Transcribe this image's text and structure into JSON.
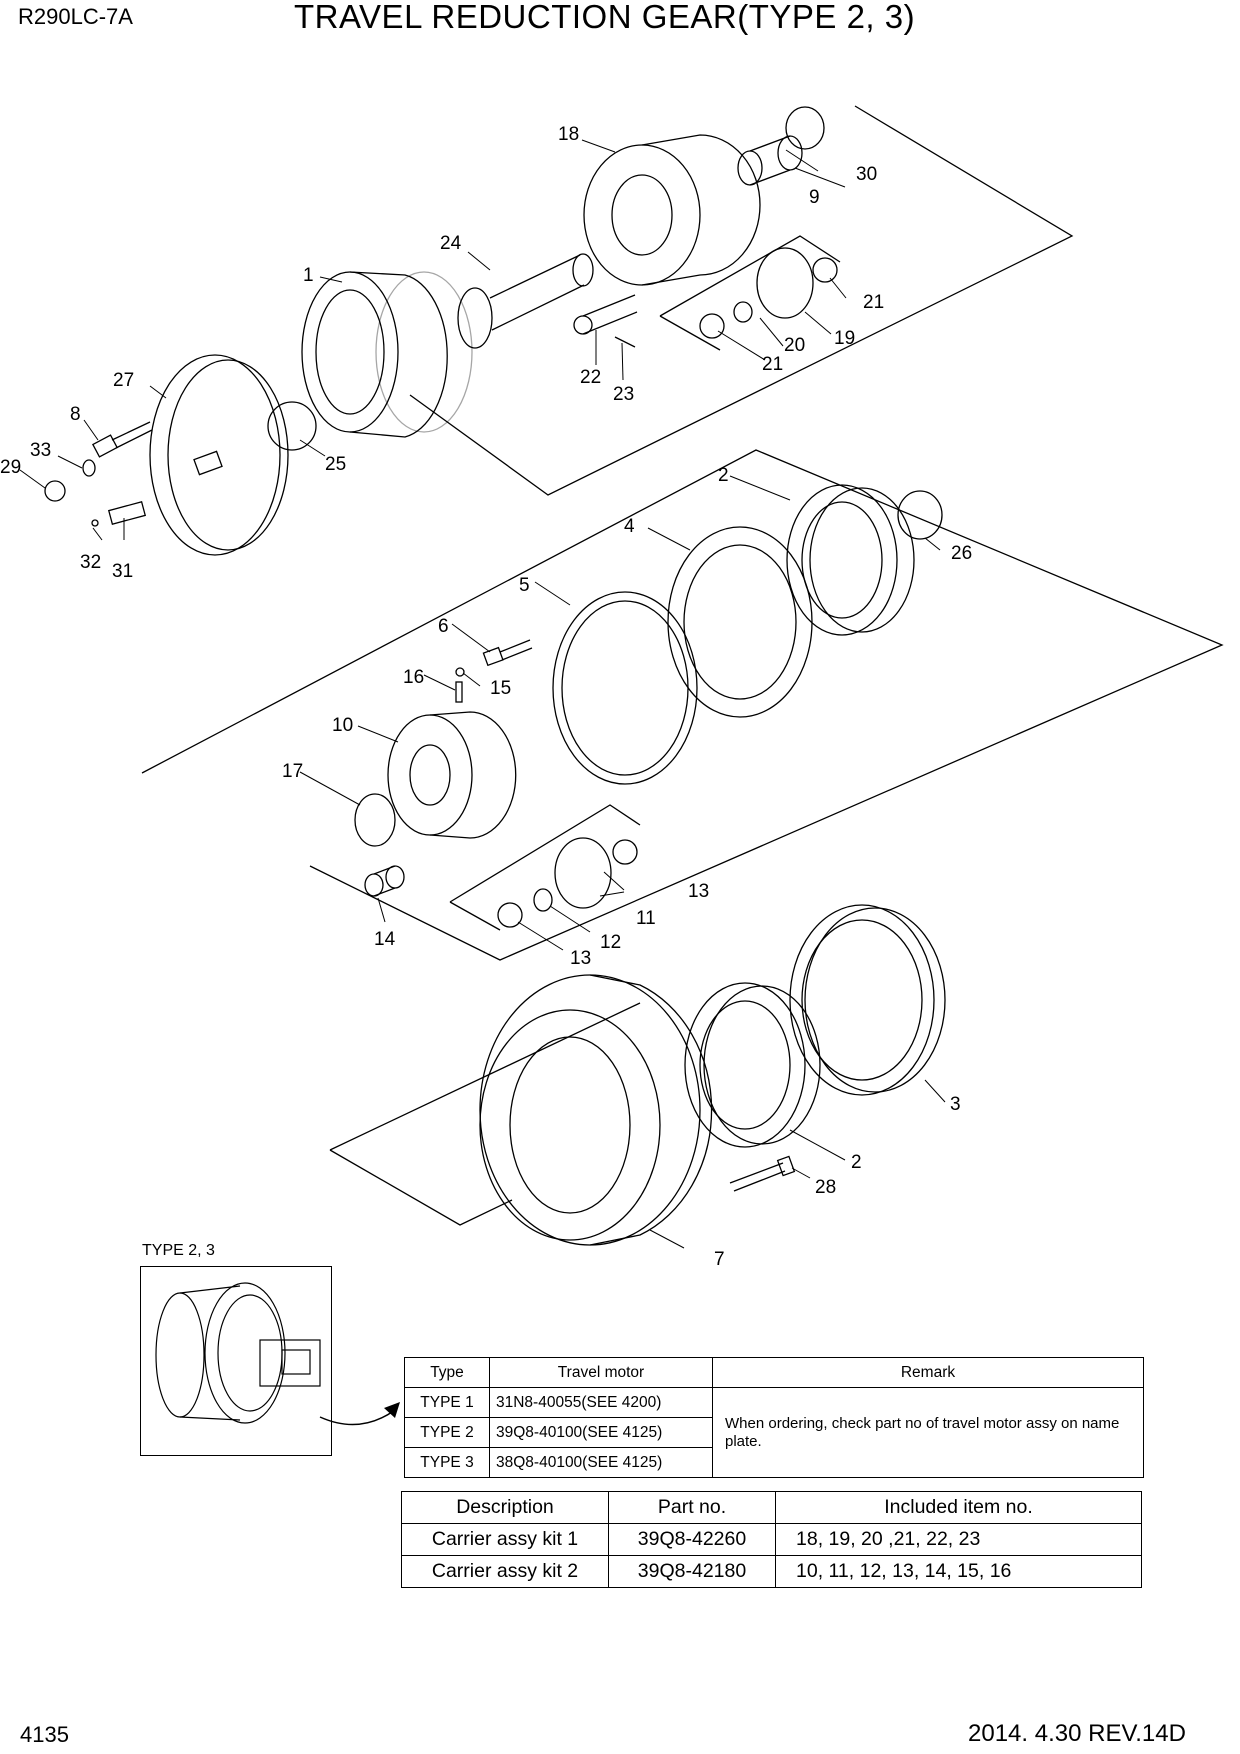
{
  "header": {
    "model": "R290LC-7A",
    "title": "TRAVEL REDUCTION GEAR(TYPE 2, 3)"
  },
  "callouts": [
    "1",
    "2",
    "2",
    "3",
    "4",
    "5",
    "6",
    "7",
    "8",
    "9",
    "10",
    "11",
    "12",
    "13",
    "13",
    "14",
    "15",
    "16",
    "17",
    "18",
    "19",
    "20",
    "21",
    "21",
    "22",
    "23",
    "24",
    "25",
    "26",
    "27",
    "28",
    "29",
    "30",
    "31",
    "32",
    "33"
  ],
  "inset": {
    "label": "TYPE 2, 3"
  },
  "type_table": {
    "headers": [
      "Type",
      "Travel motor",
      "Remark"
    ],
    "rows": [
      {
        "type": "TYPE 1",
        "motor": "31N8-40055(SEE 4200)"
      },
      {
        "type": "TYPE 2",
        "motor": "39Q8-40100(SEE 4125)"
      },
      {
        "type": "TYPE 3",
        "motor": "38Q8-40100(SEE 4125)"
      }
    ],
    "remark": "When ordering, check part no of travel motor assy on name plate."
  },
  "kit_table": {
    "headers": [
      "Description",
      "Part no.",
      "Included item no."
    ],
    "rows": [
      {
        "desc": "Carrier assy kit 1",
        "part": "39Q8-42260",
        "items": "18, 19, 20 ,21, 22, 23"
      },
      {
        "desc": "Carrier assy kit 2",
        "part": "39Q8-42180",
        "items": "10, 11, 12, 13, 14, 15, 16"
      }
    ]
  },
  "footer": {
    "page_number": "4135",
    "revision": "2014. 4.30  REV.14D"
  }
}
